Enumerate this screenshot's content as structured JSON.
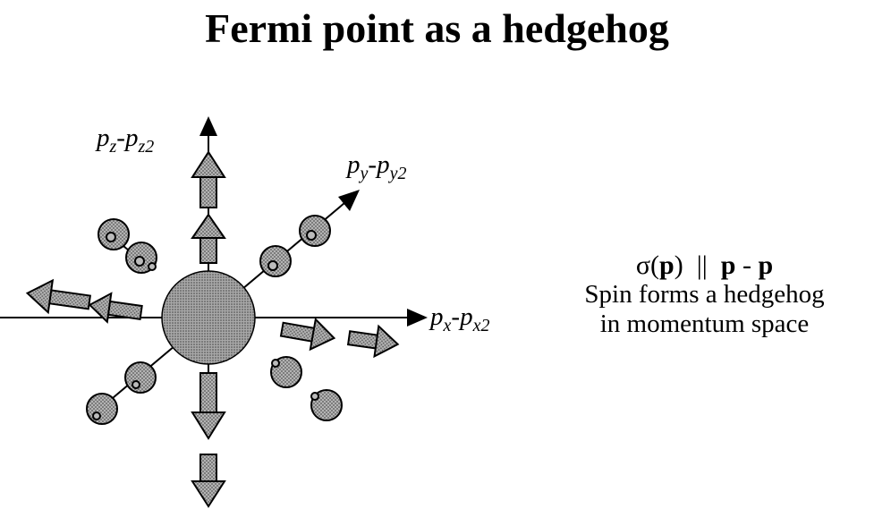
{
  "title": "Fermi point as a hedgehog",
  "axes": {
    "z": {
      "main": "p",
      "sub": "z",
      "sep": "-",
      "main2": "p",
      "sub2": "z2"
    },
    "y": {
      "main": "p",
      "sub": "y",
      "sep": "-",
      "main2": "p",
      "sub2": "y2"
    },
    "x": {
      "main": "p",
      "sub": "x",
      "sep": "-",
      "main2": "p",
      "sub2": "x2"
    }
  },
  "formula": {
    "sigma": "σ(",
    "p1": "p",
    "close": ")",
    "parallel": "||",
    "p2": "p",
    "minus": "-",
    "p3": "p"
  },
  "caption_line1": "Spin forms a hedgehog",
  "caption_line2": "in momentum space",
  "colors": {
    "ink": "#000000",
    "fill": "#a0a0a0",
    "center_fill": "#9a9a9a"
  }
}
